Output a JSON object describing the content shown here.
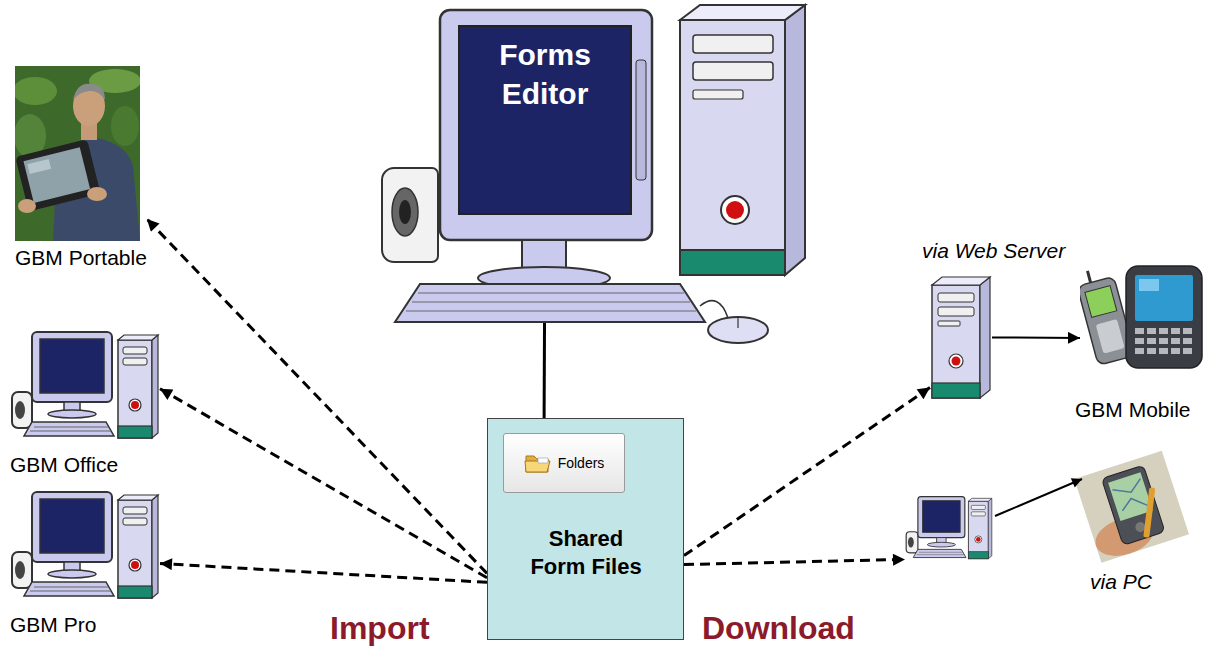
{
  "diagram": {
    "nodes": [
      {
        "text": [
          "Forms Editor"
        ]
      },
      {
        "text": [
          "Shared Form Files"
        ]
      },
      {
        "text": [
          "Folders"
        ],
        "in": 1
      },
      {
        "text": [
          "GBM Portable"
        ]
      },
      {
        "text": [
          "GBM Office"
        ]
      },
      {
        "text": [
          "GBM Pro"
        ]
      },
      {
        "text": [
          "via Web Server"
        ]
      },
      {
        "text": [
          "GBM Mobile"
        ]
      },
      {
        "text": [
          "via PC"
        ]
      }
    ],
    "edges": [
      {
        "from": 0,
        "to": 1,
        "arrow": "none"
      },
      {
        "from": 1,
        "to": 3,
        "arrow": "to"
      },
      {
        "from": 1,
        "to": 4,
        "arrow": "to"
      },
      {
        "from": 1,
        "to": 5,
        "arrow": "to"
      },
      {
        "from": 1,
        "to": 6,
        "arrow": "to"
      },
      {
        "from": 1,
        "to": 8,
        "arrow": "to"
      },
      {
        "from": 6,
        "to": 7,
        "arrow": "to"
      }
    ],
    "labels": [
      "Import",
      "Download"
    ]
  }
}
